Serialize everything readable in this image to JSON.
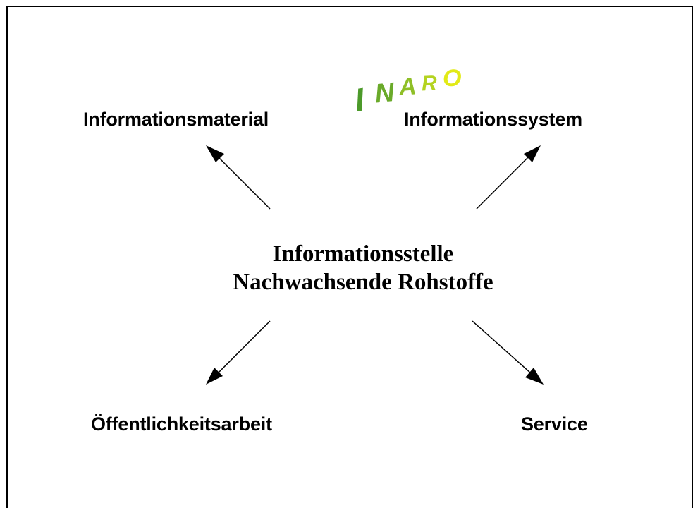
{
  "logo": {
    "text": "INARO",
    "letters": [
      "I",
      "N",
      "A",
      "R",
      "O"
    ],
    "colors": [
      "#4c9a2a",
      "#6aaa2a",
      "#8fbf27",
      "#b4d321",
      "#e2ea17"
    ]
  },
  "diagram": {
    "center": {
      "line1": "Informationsstelle",
      "line2": "Nachwachsende Rohstoffe"
    },
    "nodes": {
      "top_left": "Informationsmaterial",
      "top_right": "Informationssystem",
      "bottom_left": "Öffentlichkeitsarbeit",
      "bottom_right": "Service"
    }
  }
}
